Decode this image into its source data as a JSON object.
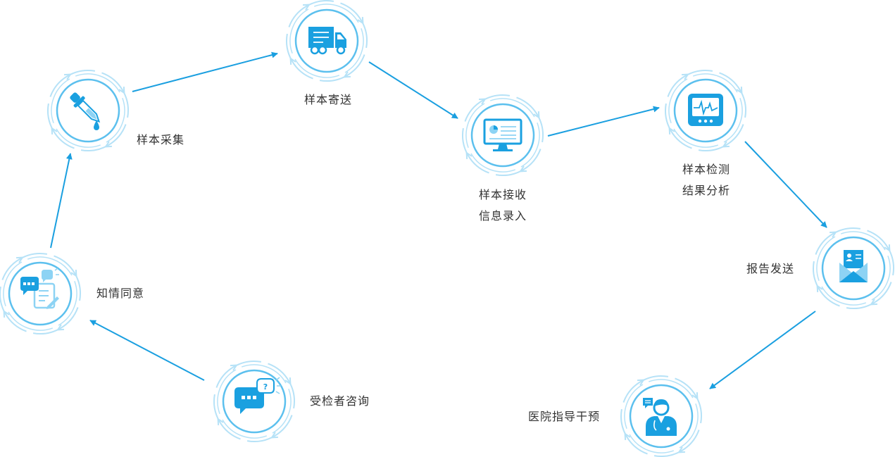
{
  "colors": {
    "arrow": "#1a9fe0",
    "ring": "#b6e2f7",
    "circle": "#5cc0ee",
    "icon": "#1aa0e0",
    "icon_light": "#8dd3f4",
    "label": "#333333"
  },
  "steps": [
    {
      "id": "consult",
      "icon": "question-chat-icon",
      "lines": [
        "受检者咨询"
      ]
    },
    {
      "id": "consent",
      "icon": "chat-document-icon",
      "lines": [
        "知情同意"
      ]
    },
    {
      "id": "collect",
      "icon": "dropper-icon",
      "lines": [
        "样本采集"
      ]
    },
    {
      "id": "ship",
      "icon": "truck-icon",
      "lines": [
        "样本寄送"
      ]
    },
    {
      "id": "receive",
      "icon": "monitor-icon",
      "lines": [
        "样本接收",
        "信息录入"
      ]
    },
    {
      "id": "analyze",
      "icon": "waveform-monitor-icon",
      "lines": [
        "样本检测",
        "结果分析"
      ]
    },
    {
      "id": "report",
      "icon": "envelope-icon",
      "lines": [
        "报告发送"
      ]
    },
    {
      "id": "guidance",
      "icon": "doctor-icon",
      "lines": [
        "医院指导干预"
      ]
    }
  ]
}
